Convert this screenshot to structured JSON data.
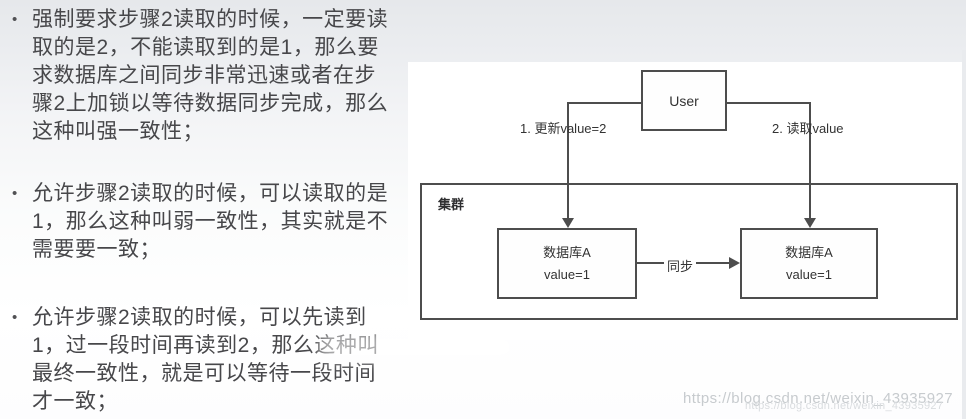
{
  "notes": {
    "bullet_char": "•",
    "bullets": [
      {
        "lines": [
          "强制要求步骤2读取的时候，一定要读",
          "取的是2，不能读取到的是1，那么要",
          "求数据库之间同步非常迅速或者在步",
          "骤2上加锁以等待数据同步完成，那么",
          "这种叫强一致性；"
        ]
      },
      {
        "lines": [
          "允许步骤2读取的时候，可以读取的是",
          "1，那么这种叫弱一致性，其实就是不",
          "需要要一致；"
        ]
      },
      {
        "lines": [
          "允许步骤2读取的时候，可以先读到",
          "1，过一段时间再读到2，那么这种叫",
          "最终一致性，就是可以等待一段时间",
          "才一致；"
        ]
      }
    ]
  },
  "diagram": {
    "user_label": "User",
    "edge1_label": "1. 更新value=2",
    "edge2_label": "2. 读取value",
    "cluster_label": "集群",
    "sync_label": "同步",
    "db_left": {
      "name": "数据库A",
      "value": "value=1"
    },
    "db_right": {
      "name": "数据库A",
      "value": "value=1"
    },
    "colors": {
      "line": "#4d4d4d",
      "text": "#333333",
      "panel_bg": "#ffffff"
    }
  },
  "page": {
    "watermark": "https://blog.csdn.net/weixin_43935927",
    "watermark_ghost": "https://blog.csdn.net/weixin_43935927",
    "text_color": "#47474a",
    "background_top": "#e6e8eb"
  }
}
